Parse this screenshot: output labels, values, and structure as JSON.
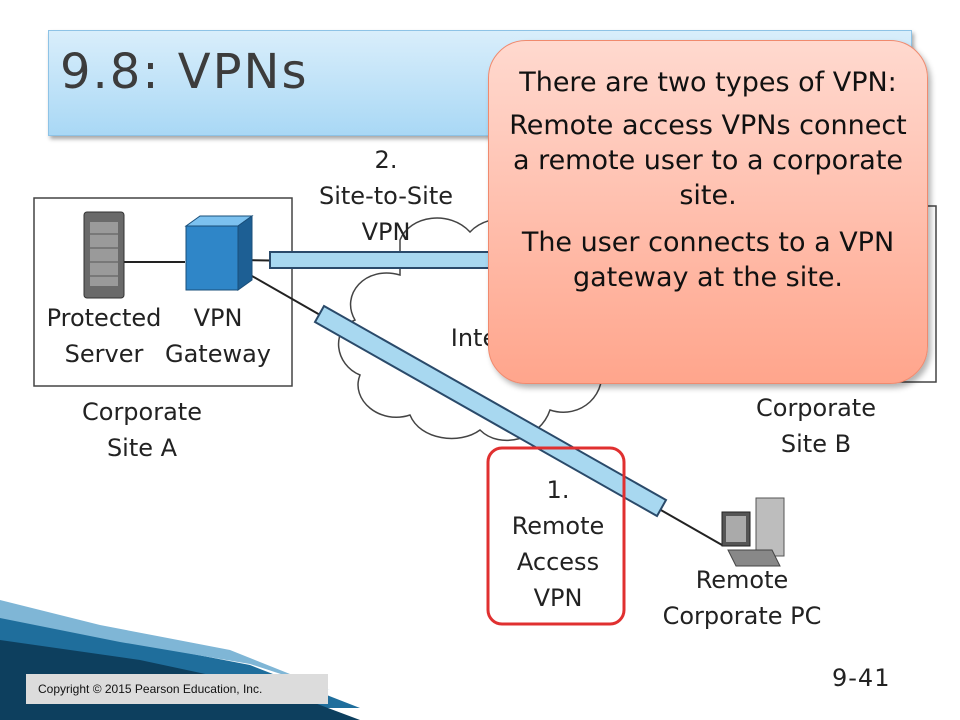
{
  "slide": {
    "title": "9.8: VPNs",
    "page_number": "9-41",
    "copyright": "Copyright © 2015 Pearson Education, Inc."
  },
  "diagram": {
    "site_a": {
      "label_line1": "Corporate",
      "label_line2": "Site A"
    },
    "site_b": {
      "label_line1": "Corporate",
      "label_line2": "Site B"
    },
    "protected_server": {
      "label_line1": "Protected",
      "label_line2": "Server"
    },
    "vpn_gateway": {
      "label_line1": "VPN",
      "label_line2": "Gateway"
    },
    "site_to_site": {
      "label_line1": "2.",
      "label_line2": "Site-to-Site",
      "label_line3": "VPN"
    },
    "internet": {
      "label": "Inte"
    },
    "remote_access": {
      "label_line1": "1.",
      "label_line2": "Remote",
      "label_line3": "Access",
      "label_line4": "VPN"
    },
    "remote_pc": {
      "label_line1": "Remote",
      "label_line2": "Corporate PC"
    }
  },
  "callout": {
    "intro": "There are two types of VPN:",
    "point1": "Remote access VPNs connect a remote user to a corporate site.",
    "point2": "The user connects to a VPN gateway at the site."
  },
  "colors": {
    "title_gradient_top": "#d9eefb",
    "title_gradient_bottom": "#a9d8f5",
    "tunnel_fill": "#a8d8f0",
    "callout_top": "#ffd9cf",
    "callout_bottom": "#ffa58c",
    "highlight_border": "#e03030"
  }
}
